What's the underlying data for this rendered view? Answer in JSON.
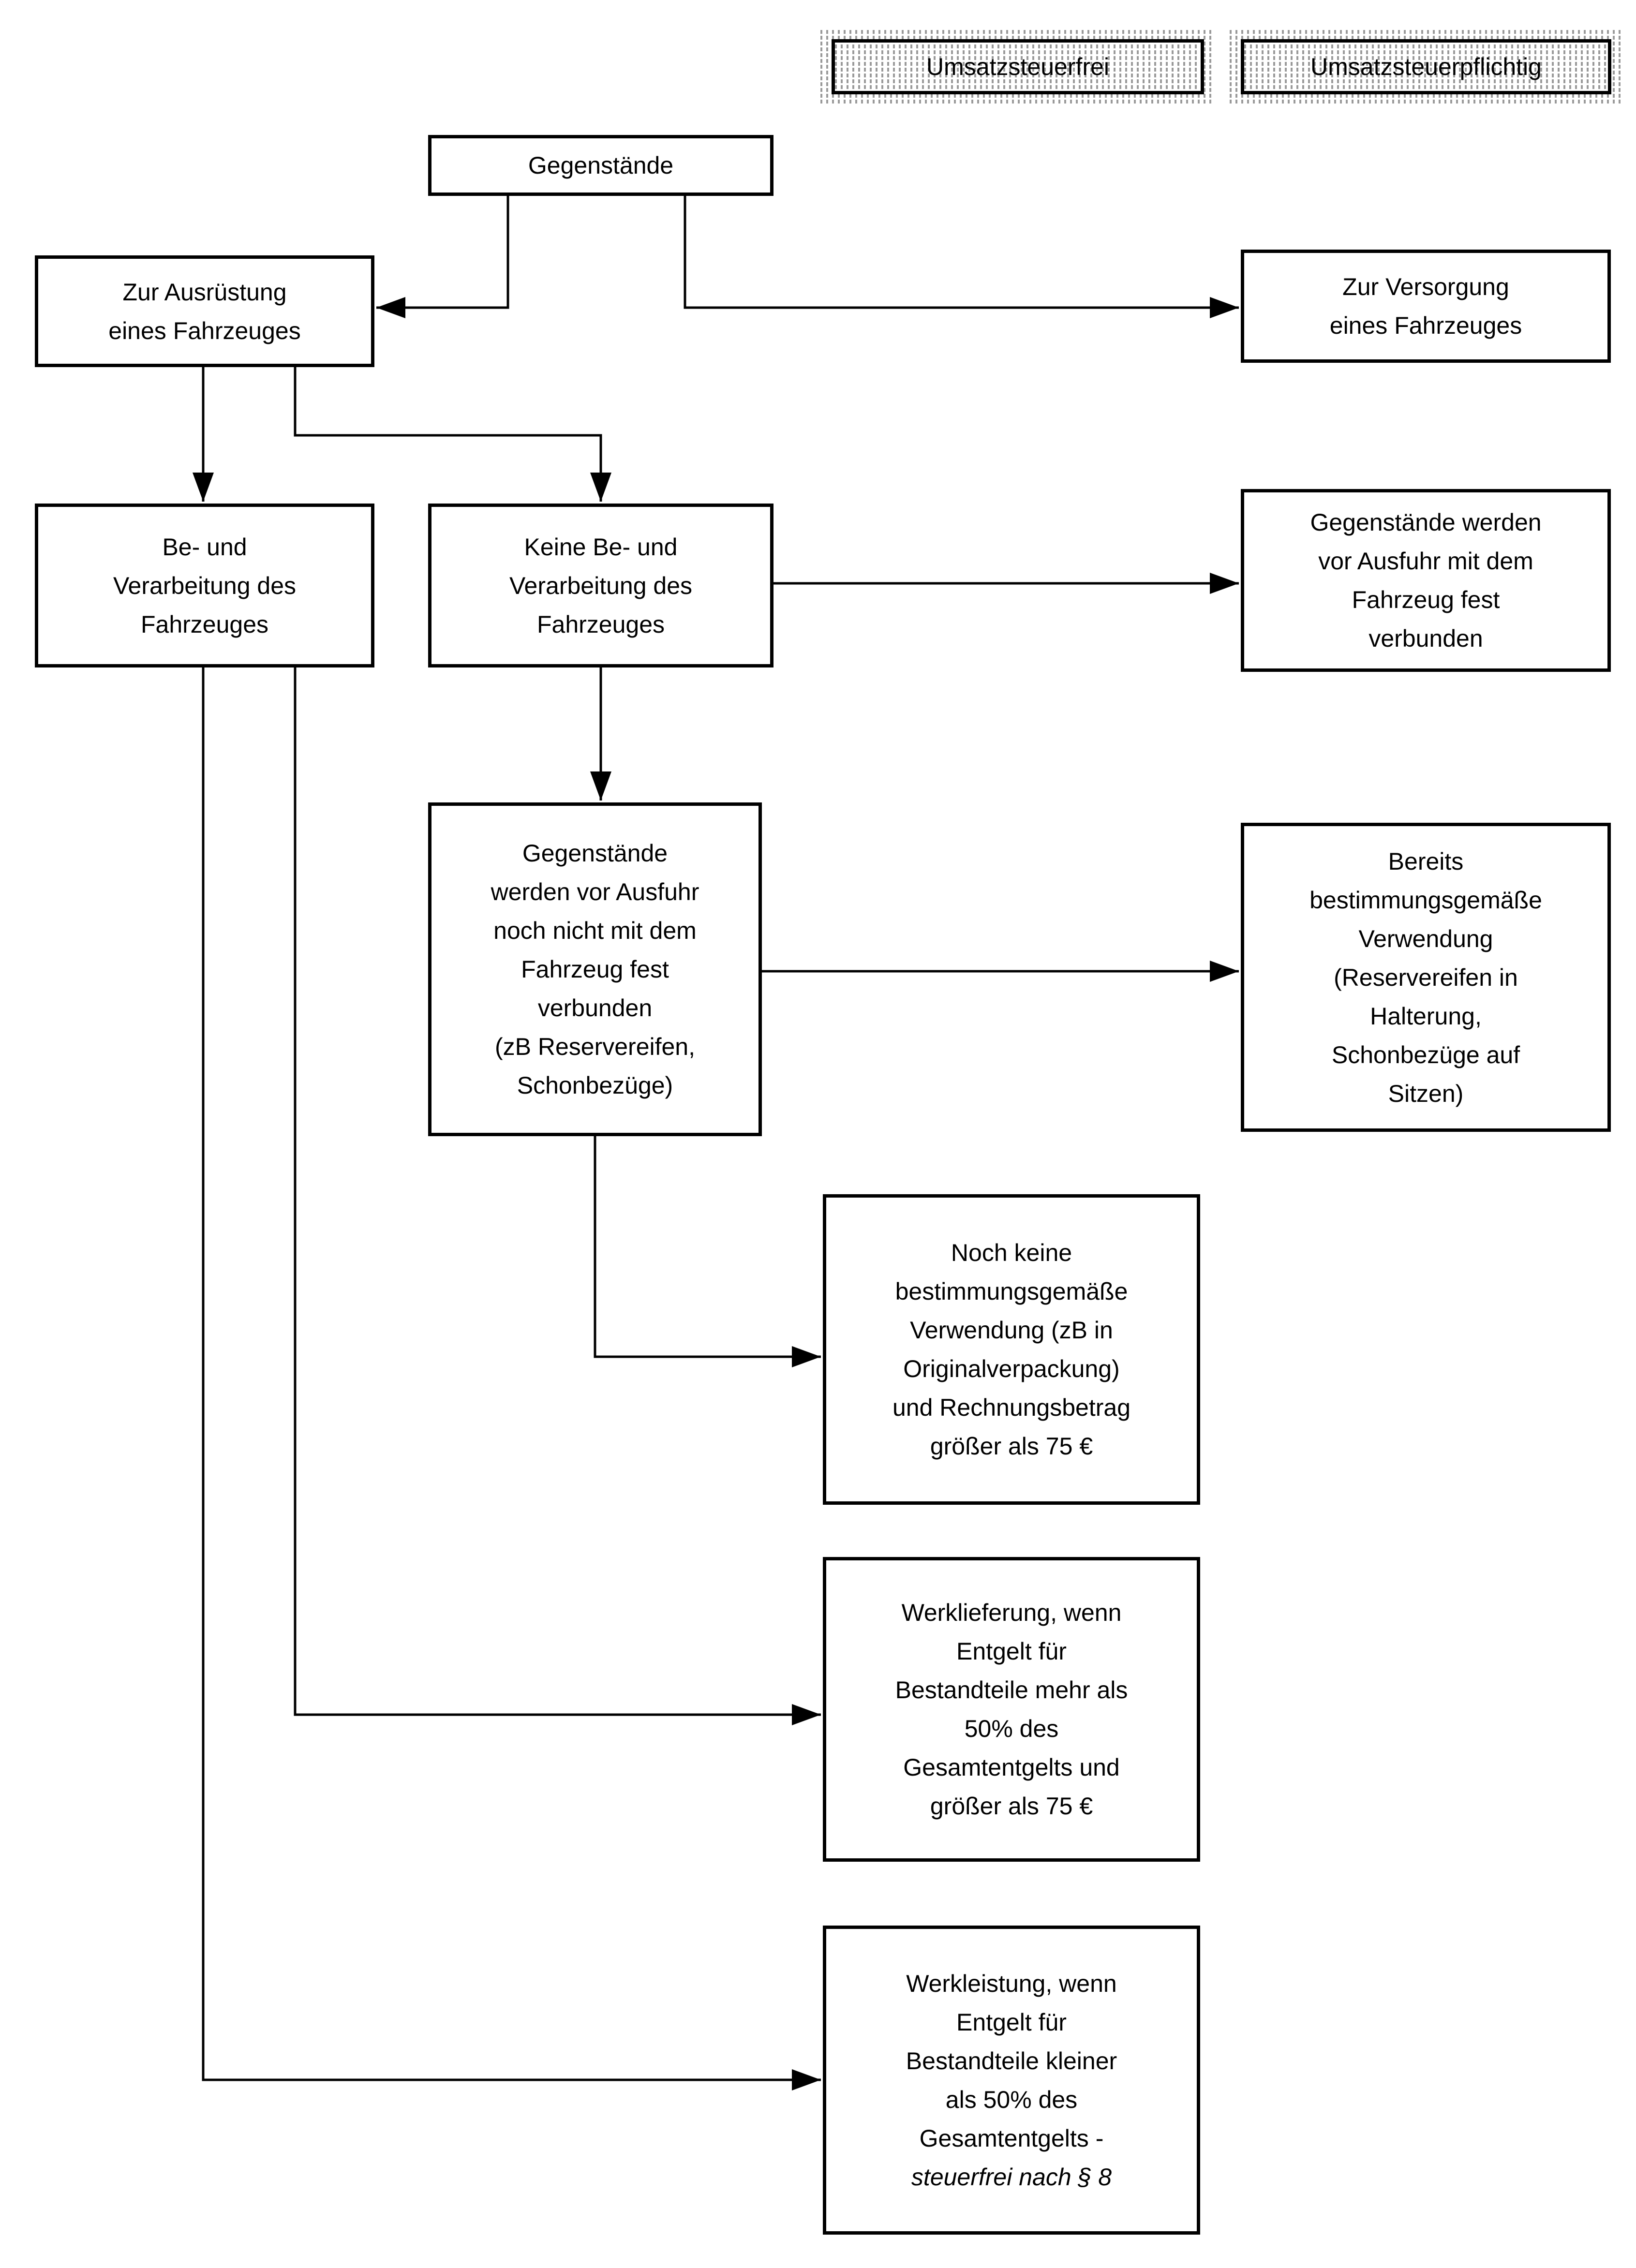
{
  "legend": {
    "umsatzsteuerfrei": "Umsatzsteuerfrei",
    "umsatzsteuerpflichtig": "Umsatzsteuerpflichtig"
  },
  "nodes": {
    "gegenstaende": {
      "lines": [
        "Gegenstände"
      ]
    },
    "zur_ausruestung": {
      "lines": [
        "Zur Ausrüstung",
        "eines Fahrzeuges"
      ]
    },
    "zur_versorgung": {
      "lines": [
        "Zur Versorgung",
        "eines Fahrzeuges"
      ]
    },
    "be_und_verarbeitung": {
      "lines": [
        "Be- und",
        "Verarbeitung des",
        "Fahrzeuges"
      ]
    },
    "keine_be_und_verarbeitung": {
      "lines": [
        "Keine Be- und",
        "Verarbeitung des",
        "Fahrzeuges"
      ]
    },
    "fest_verbunden": {
      "lines": [
        "Gegenstände werden",
        "vor Ausfuhr mit dem",
        "Fahrzeug fest",
        "verbunden"
      ]
    },
    "noch_nicht_fest_verbunden": {
      "lines": [
        "Gegenstände",
        "werden vor Ausfuhr",
        "noch nicht mit dem",
        "Fahrzeug fest",
        "verbunden",
        "(zB Reservereifen,",
        "Schonbezüge)"
      ]
    },
    "bereits_verwendung": {
      "lines": [
        "Bereits",
        "bestimmungsgemäße",
        "Verwendung",
        "(Reservereifen in",
        "Halterung,",
        "Schonbezüge auf",
        "Sitzen)"
      ]
    },
    "noch_keine_verwendung": {
      "lines": [
        "Noch keine",
        "bestimmungsgemäße",
        "Verwendung (zB in",
        "Originalverpackung)",
        "und Rechnungsbetrag",
        "größer als 75 €"
      ]
    },
    "werklieferung": {
      "lines": [
        "Werklieferung, wenn",
        "Entgelt für",
        "Bestandteile mehr als",
        "50% des",
        "Gesamtentgelts und",
        "größer als 75 €"
      ]
    },
    "werkleistung": {
      "lines_main": [
        "Werkleistung, wenn",
        "Entgelt für",
        "Bestandteile kleiner",
        "als 50% des",
        "Gesamtentgelts -"
      ],
      "line_italic": "steuerfrei nach § 8"
    }
  },
  "edges": [
    {
      "from": "gegenstaende",
      "to": "zur_ausruestung"
    },
    {
      "from": "gegenstaende",
      "to": "zur_versorgung"
    },
    {
      "from": "zur_ausruestung",
      "to": "be_und_verarbeitung"
    },
    {
      "from": "zur_ausruestung",
      "to": "keine_be_und_verarbeitung"
    },
    {
      "from": "keine_be_und_verarbeitung",
      "to": "fest_verbunden"
    },
    {
      "from": "keine_be_und_verarbeitung",
      "to": "noch_nicht_fest_verbunden"
    },
    {
      "from": "noch_nicht_fest_verbunden",
      "to": "bereits_verwendung"
    },
    {
      "from": "noch_nicht_fest_verbunden",
      "to": "noch_keine_verwendung"
    },
    {
      "from": "be_und_verarbeitung",
      "to": "werklieferung"
    },
    {
      "from": "be_und_verarbeitung",
      "to": "werkleistung"
    }
  ],
  "colors": {
    "background": "#ffffff",
    "line": "#000000",
    "border": "#000000",
    "text": "#000000",
    "legend_pattern_gray": "#9a9a9a"
  }
}
